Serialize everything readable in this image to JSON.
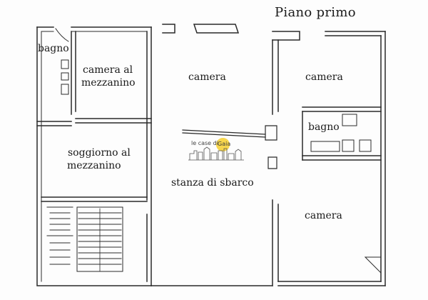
{
  "plan": {
    "title": "Piano primo",
    "rooms": {
      "bagno_left": "bagno",
      "camera_mezzanino_line1": "camera al",
      "camera_mezzanino_line2": "mezzanino",
      "camera_center": "camera",
      "camera_right_top": "camera",
      "bagno_right": "bagno",
      "soggiorno_line1": "soggiorno al",
      "soggiorno_line2": "mezzanino",
      "stanza_sbarco": "stanza di sbarco",
      "camera_right_bottom": "camera"
    },
    "logo": {
      "text": "le case di",
      "name": "Gaia",
      "accent_color": "#f6d23a"
    }
  },
  "colors": {
    "wall": "#2a2a2a",
    "paper": "#fdfdfd",
    "text": "#1a1a1a"
  }
}
